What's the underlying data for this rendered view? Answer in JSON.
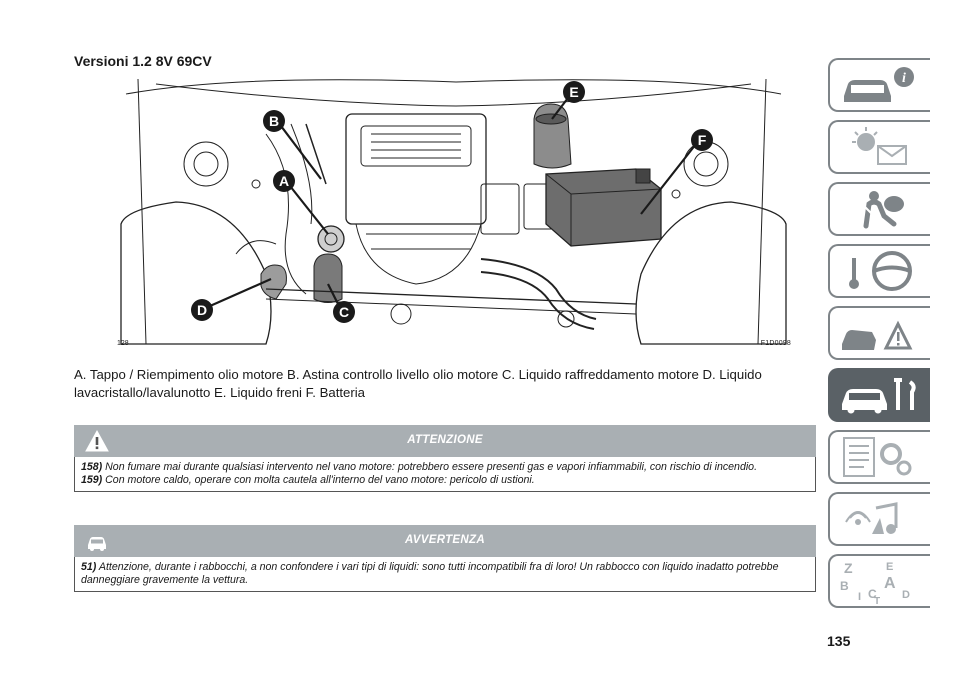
{
  "section": {
    "title": "Versioni 1.2 8V 69CV"
  },
  "figure": {
    "code": "F1D0098",
    "number": "128",
    "callouts": [
      "A",
      "B",
      "C",
      "D",
      "E",
      "F"
    ],
    "callout_color": "#1a1a1a"
  },
  "caption": "A. Tappo / Riempimento olio motore B. Astina controllo livello olio motore C. Liquido raffreddamento motore D. Liquido lavacristallo/lavalunotto E. Liquido freni F. Batteria",
  "warning": {
    "title": "ATTENZIONE",
    "icon": "warning-triangle-icon",
    "items": [
      {
        "num": "158)",
        "text": "Non fumare mai durante qualsiasi intervento nel vano motore: potrebbero essere presenti gas e vapori infiammabili, con rischio di incendio."
      },
      {
        "num": "159)",
        "text": "Con motore caldo, operare con molta cautela all'interno del vano motore: pericolo di ustioni."
      }
    ]
  },
  "caution": {
    "title": "AVVERTENZA",
    "icon": "car-caution-icon",
    "items": [
      {
        "num": "51)",
        "text": "Attenzione, durante i rabbocchi, a non confondere i vari tipi di liquidi: sono tutti incompatibili fra di loro! Un rabbocco con liquido inadatto potrebbe danneggiare gravemente la vettura."
      }
    ]
  },
  "page": {
    "number": "135"
  },
  "chapter_tabs": [
    {
      "icon": "car-info-icon"
    },
    {
      "icon": "lights-message-icon"
    },
    {
      "icon": "airbag-seatbelt-icon"
    },
    {
      "icon": "key-steering-wheel-icon"
    },
    {
      "icon": "car-emergency-icon"
    },
    {
      "icon": "car-maintenance-icon",
      "active": true
    },
    {
      "icon": "technical-data-icon"
    },
    {
      "icon": "multimedia-icon"
    },
    {
      "icon": "alphabetical-index-icon"
    }
  ],
  "index_letters": [
    "Z",
    "E",
    "B",
    "A",
    "I",
    "C",
    "D",
    "T"
  ]
}
